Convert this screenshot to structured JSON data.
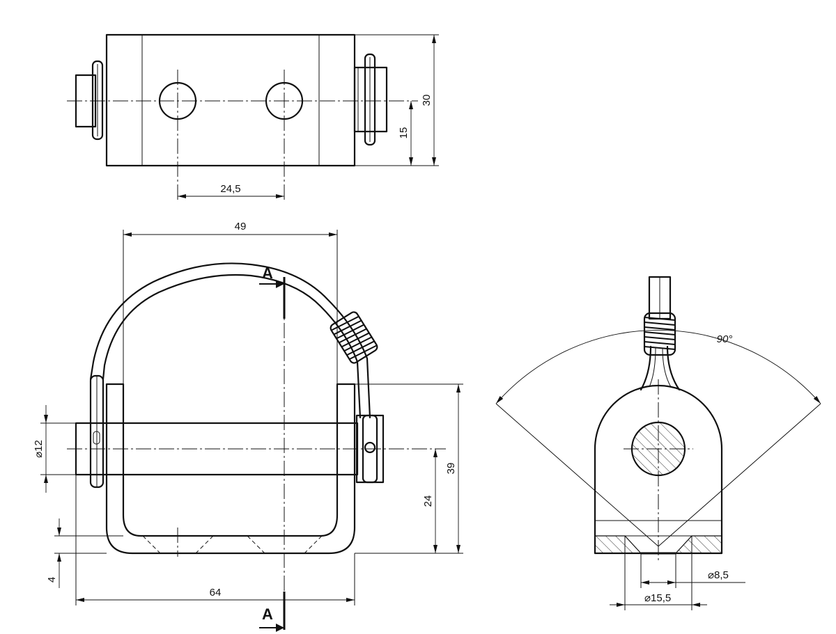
{
  "top_view": {
    "dim_hole_spacing": "24,5",
    "dim_height": "30",
    "dim_half_height": "15"
  },
  "front_view": {
    "dim_width": "49",
    "dim_pin_diameter": "⌀12",
    "dim_overall_height": "39",
    "dim_axis_height": "24",
    "dim_base": "4",
    "dim_overall_width": "64",
    "section_label_top": "A",
    "section_label_bottom": "A"
  },
  "side_view": {
    "dim_angle": "90°",
    "dim_small_diameter": "⌀8,5",
    "dim_large_diameter": "⌀15,5"
  }
}
